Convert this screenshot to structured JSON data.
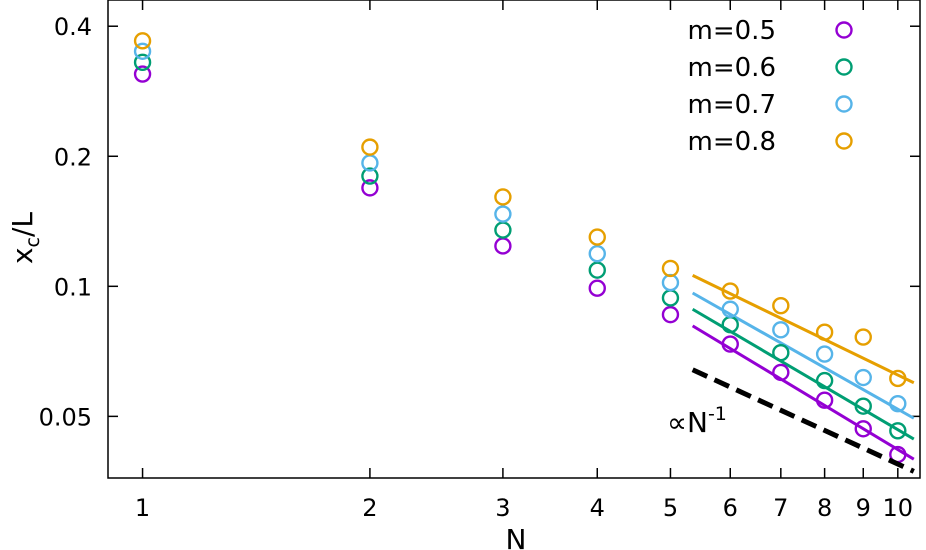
{
  "chart_data": {
    "type": "scatter",
    "xlabel": "N",
    "ylabel_main": "x",
    "ylabel_sub": "c",
    "ylabel_tail": "/L",
    "xscale": "log",
    "yscale": "log",
    "xlim": [
      0.9,
      10.7
    ],
    "ylim": [
      0.036,
      0.46
    ],
    "xticks": [
      1,
      2,
      3,
      4,
      5,
      6,
      7,
      8,
      9,
      10
    ],
    "yticks": [
      {
        "value": 0.05,
        "label": "0.05"
      },
      {
        "value": 0.1,
        "label": "0.1"
      },
      {
        "value": 0.2,
        "label": "0.2"
      },
      {
        "value": 0.4,
        "label": "0.4"
      }
    ],
    "x": [
      1,
      2,
      3,
      4,
      5,
      6,
      7,
      8,
      9,
      10
    ],
    "legend_position": "top-right",
    "series": [
      {
        "name": "m=0.5",
        "color": "#9400d3",
        "values": [
          0.31,
          0.169,
          0.124,
          0.099,
          0.086,
          0.0735,
          0.0632,
          0.0545,
          0.0468,
          0.0408
        ],
        "fit": {
          "x": [
            5.35,
            10.5
          ],
          "y": [
            0.081,
            0.0398
          ]
        }
      },
      {
        "name": "m=0.6",
        "color": "#009e73",
        "values": [
          0.33,
          0.18,
          0.135,
          0.109,
          0.094,
          0.0815,
          0.0702,
          0.0605,
          0.0528,
          0.0463
        ],
        "fit": {
          "x": [
            5.35,
            10.5
          ],
          "y": [
            0.0885,
            0.0443
          ]
        }
      },
      {
        "name": "m=0.7",
        "color": "#56b4e9",
        "values": [
          0.35,
          0.193,
          0.147,
          0.119,
          0.102,
          0.0885,
          0.0793,
          0.0697,
          0.0615,
          0.0535
        ],
        "fit": {
          "x": [
            5.35,
            10.5
          ],
          "y": [
            0.0965,
            0.0495
          ]
        }
      },
      {
        "name": "m=0.8",
        "color": "#e69f00",
        "values": [
          0.37,
          0.21,
          0.161,
          0.13,
          0.11,
          0.0975,
          0.0902,
          0.0783,
          0.0763,
          0.0612
        ],
        "fit": {
          "x": [
            5.35,
            10.5
          ],
          "y": [
            0.106,
            0.0598
          ]
        }
      }
    ],
    "reference_line": {
      "label_main": "∝N",
      "label_sup": "-1",
      "color": "#000000",
      "x": [
        5.35,
        10.5
      ],
      "y": [
        0.0641,
        0.0373
      ]
    }
  }
}
